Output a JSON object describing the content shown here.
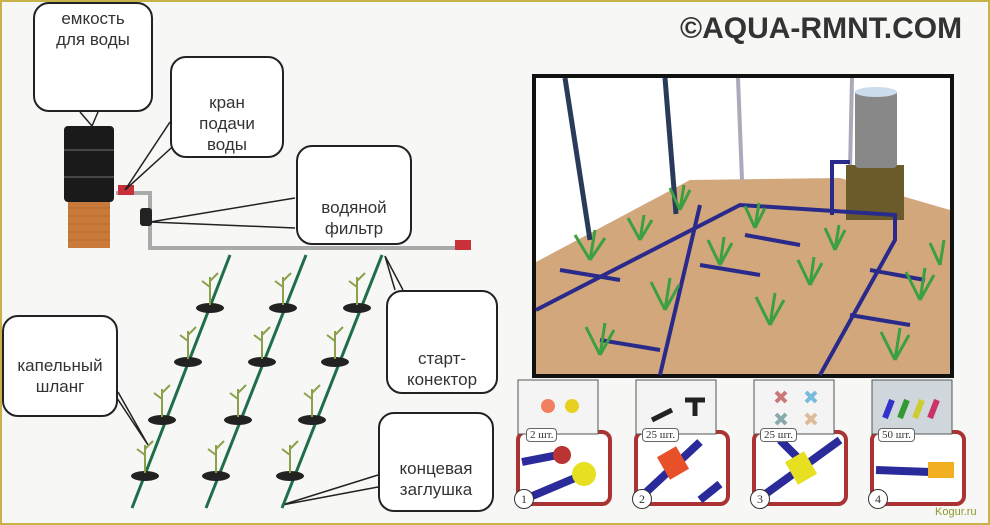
{
  "watermark": "©AQUA-RMNT.COM",
  "credit": "Kogur.ru",
  "labels": {
    "tank": [
      "емкость",
      "для воды"
    ],
    "valve": [
      "кран",
      "подачи",
      "воды"
    ],
    "filter": [
      "водяной",
      "фильтр"
    ],
    "hose": [
      "капельный",
      "шланг"
    ],
    "start_connector": [
      "старт-",
      "конектор"
    ],
    "end_plug": [
      "концевая",
      "заглушка"
    ]
  },
  "parts": [
    {
      "number": "1",
      "qty": "2 шт."
    },
    {
      "number": "2",
      "qty": "25 шт."
    },
    {
      "number": "3",
      "qty": "25 шт."
    },
    {
      "number": "4",
      "qty": "50 шт."
    }
  ],
  "colors": {
    "pipe": "#2a2a8a",
    "hose": "#1f6e4a",
    "soil": "#d2a77c",
    "frame": "#c8b24a"
  }
}
